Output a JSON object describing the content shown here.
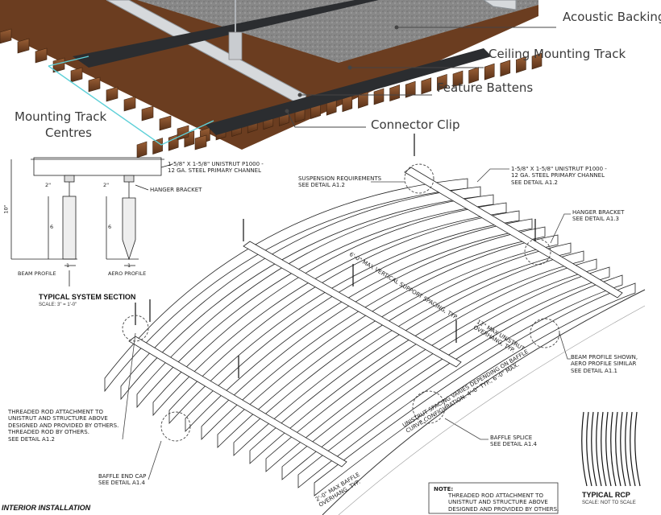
{
  "photo_callouts": {
    "acoustic_backing": "Acoustic Backing",
    "ceiling_mounting_track": "Ceiling Mounting Track",
    "feature_battens": "Feature Battens",
    "connector_clip": "Connector Clip",
    "mounting_track_centres_1": "Mounting Track",
    "mounting_track_centres_2": "Centres"
  },
  "section": {
    "channel_note": [
      "1-5/8\" X 1-5/8\" UNISTRUT P1000 -",
      "12 GA. STEEL PRIMARY CHANNEL"
    ],
    "hanger_bracket": "HANGER BRACKET",
    "beam_profile": "BEAM PROFILE",
    "aero_profile": "AERO PROFILE",
    "dim_10": "10\"",
    "dim_2a": "2\"",
    "dim_2b": "2\"",
    "dim_6a": "6",
    "dim_6b": "6",
    "dim_w1": "1",
    "dim_w2": "1",
    "title": "TYPICAL SYSTEM SECTION",
    "scale": "SCALE: 3\" = 1'-0\""
  },
  "iso": {
    "suspension": [
      "SUSPENSION REQUIREMENTS",
      "SEE DETAIL A1.2"
    ],
    "channel": [
      "1-5/8\" X 1-5/8\" UNISTRUT P1000 -",
      "12 GA. STEEL PRIMARY CHANNEL",
      "SEE DETAIL A1.2"
    ],
    "hanger": [
      "HANGER BRACKET",
      "SEE DETAIL A1.3"
    ],
    "beam_profile": [
      "BEAM PROFILE SHOWN,",
      "AERO PROFILE SIMILAR",
      "SEE DETAIL A1.1"
    ],
    "threaded_rod": [
      "THREADED ROD ATTACHMENT TO",
      "UNISTRUT AND STRUCTURE ABOVE",
      "DESIGNED AND PROVIDED BY OTHERS.",
      "THREADED ROD BY OTHERS.",
      "SEE DETAIL A1.2"
    ],
    "baffle_splice": [
      "BAFFLE SPLICE",
      "SEE DETAIL A1.4"
    ],
    "baffle_end_cap": [
      "BAFFLE END CAP",
      "SEE DETAIL A1.4"
    ],
    "vertical_spacing": "6'-0\" MAX VERTICAL SUPPORT SPACING, TYP.",
    "max_unistrut": [
      "12\" MAX UNISTRUT",
      "OVERHANG, TYP."
    ],
    "unistrut_spacing": [
      "UNISTRUT SPACING VARIES DEPENDING ON BAFFLE",
      "CURVE CONFIGURATION. 4'-0\" TYP., 6'-0\" MAX."
    ],
    "baffle_overhang": [
      "2'-0\" MAX BAFFLE",
      "OVERHANG, TYP."
    ],
    "note_title": "NOTE:",
    "note": [
      "THREADED ROD ATTACHMENT TO",
      "UNISTRUT AND STRUCTURE ABOVE",
      "DESIGNED AND PROVIDED BY OTHERS."
    ],
    "interior": "INTERIOR INSTALLATION",
    "rcp_title": "TYPICAL RCP",
    "rcp_scale": "SCALE: NOT TO SCALE"
  },
  "colors": {
    "wood": "#7a4a2a",
    "wood_dark": "#4e2c16",
    "felt": "#8c8c8c",
    "track": "#cfd3d6",
    "cyan": "#5ed0d8"
  }
}
